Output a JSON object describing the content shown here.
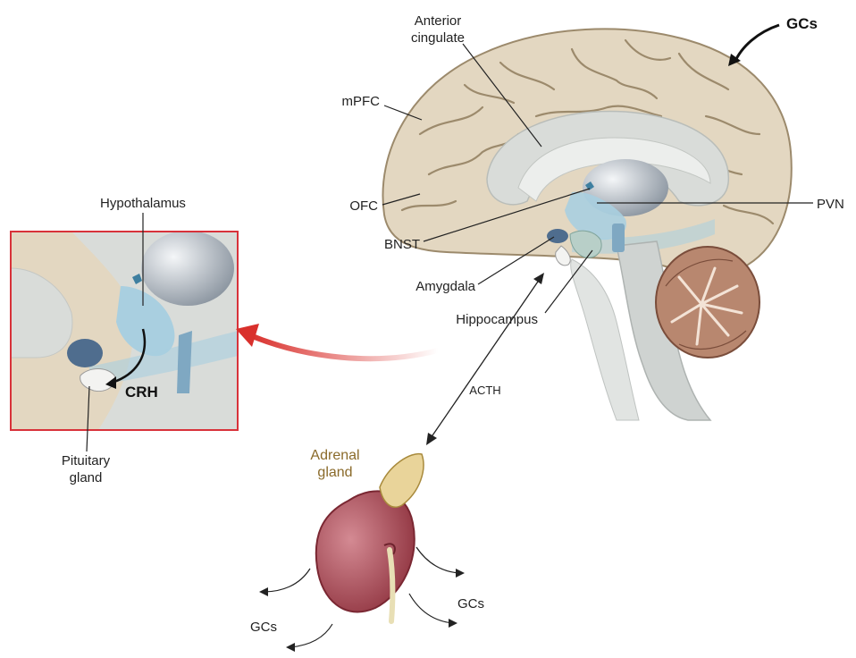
{
  "brain_labels": {
    "anterior_cingulate": [
      "Anterior",
      "cingulate"
    ],
    "mpfc": "mPFC",
    "ofc": "OFC",
    "bnst": "BNST",
    "amygdala": "Amygdala",
    "hippocampus": "Hippocampus",
    "pvn": "PVN",
    "gcs_top": "GCs"
  },
  "inset": {
    "hypothalamus": "Hypothalamus",
    "crh": "CRH",
    "pituitary": [
      "Pituitary",
      "gland"
    ]
  },
  "hormone": {
    "acth": "ACTH"
  },
  "adrenal": {
    "label": [
      "Adrenal",
      "gland"
    ],
    "gcs_right": "GCs",
    "gcs_left": "GCs"
  },
  "colors": {
    "cortex": "#e3d7c1",
    "sulcus": "#9c8a6c",
    "inner_gray": "#d9dcd9",
    "blue_region": "#a9cfe0",
    "teal": "#8fb7c9",
    "cerebellum": "#b8876f",
    "brainstem": "#cfd3d1",
    "kidney": "#b5525f",
    "adrenal": "#e9d49a",
    "red_arrow": "#d9302c",
    "inset_border": "#d8323a",
    "gold_text": "#8a6a2a"
  }
}
